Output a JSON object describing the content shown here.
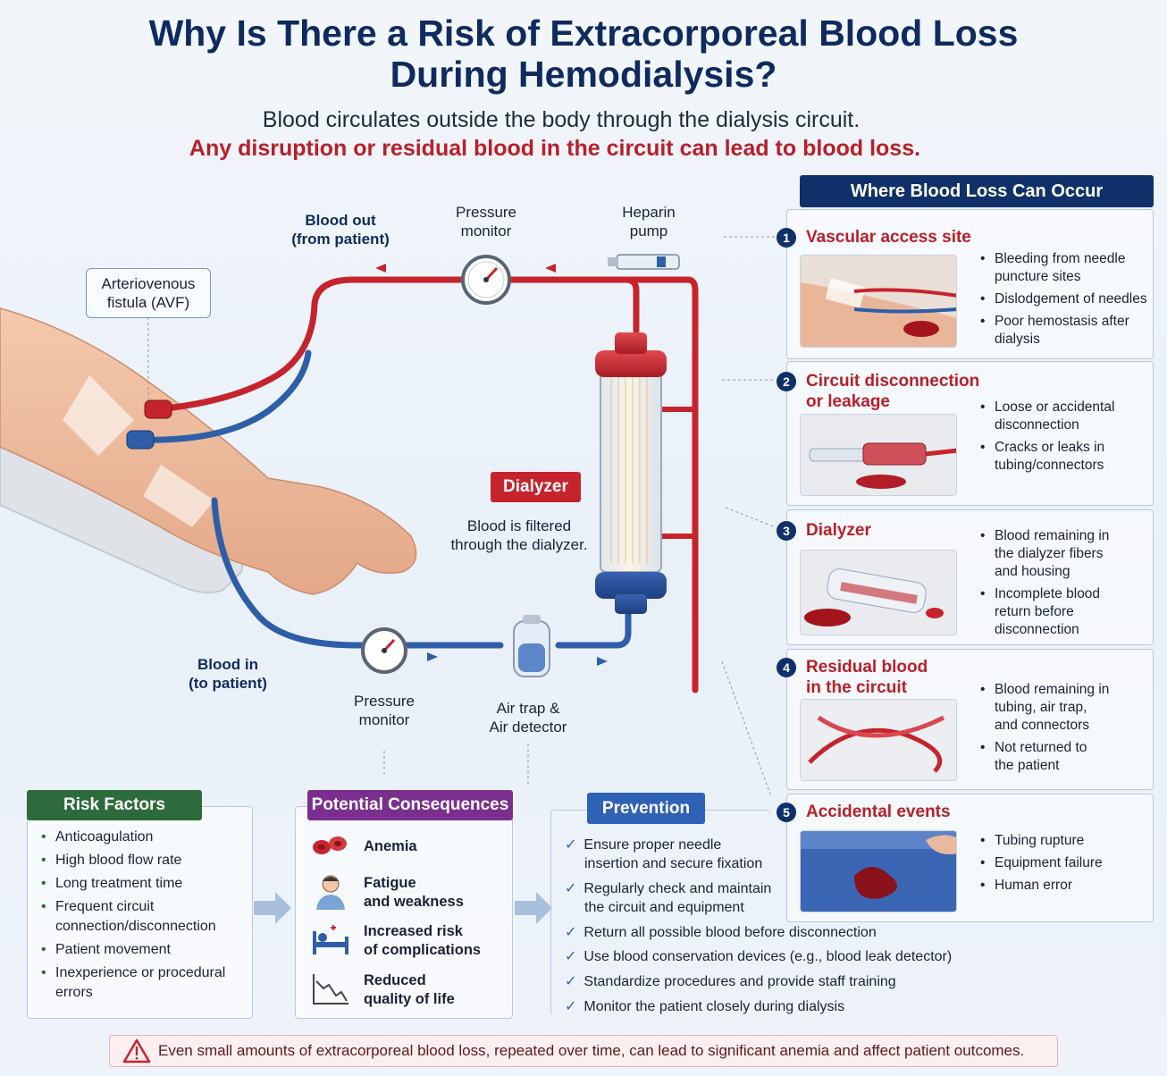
{
  "header": {
    "title_line1": "Why Is There a Risk of Extracorporeal Blood Loss",
    "title_line2": "During Hemodialysis?",
    "subtitle": "Blood circulates outside the body through the dialysis circuit.",
    "subtitle_emphasis": "Any disruption or residual blood in the circuit can lead to blood loss."
  },
  "diagram": {
    "blood_out_line1": "Blood out",
    "blood_out_line2": "(from patient)",
    "pressure_top_line1": "Pressure",
    "pressure_top_line2": "monitor",
    "heparin_line1": "Heparin",
    "heparin_line2": "pump",
    "avf_line1": "Arteriovenous",
    "avf_line2": "fistula (AVF)",
    "dialyzer": "Dialyzer",
    "filter_line1": "Blood is filtered",
    "filter_line2": "through the dialyzer.",
    "blood_in_line1": "Blood in",
    "blood_in_line2": "(to patient)",
    "pressure_bottom_line1": "Pressure",
    "pressure_bottom_line2": "monitor",
    "airtrap_line1": "Air trap &",
    "airtrap_line2": "Air detector"
  },
  "locations": {
    "heading": "Where Blood Loss Can Occur",
    "items": [
      {
        "num": "1",
        "title_line1": "Vascular access site",
        "title_line2": "",
        "bullets": [
          [
            "Bleeding from needle",
            "puncture sites"
          ],
          [
            "Dislodgement of needles"
          ],
          [
            "Poor hemostasis after",
            "dialysis"
          ]
        ]
      },
      {
        "num": "2",
        "title_line1": "Circuit disconnection",
        "title_line2": "or leakage",
        "bullets": [
          [
            "Loose or accidental",
            "disconnection"
          ],
          [
            "Cracks or leaks in",
            "tubing/connectors"
          ]
        ]
      },
      {
        "num": "3",
        "title_line1": "Dialyzer",
        "title_line2": "",
        "bullets": [
          [
            "Blood remaining in",
            "the dialyzer fibers",
            "and housing"
          ],
          [
            "Incomplete blood",
            "return before",
            "disconnection"
          ]
        ]
      },
      {
        "num": "4",
        "title_line1": "Residual blood",
        "title_line2": "in the circuit",
        "bullets": [
          [
            "Blood remaining in",
            "tubing, air trap,",
            "and connectors"
          ],
          [
            "Not returned to",
            "the patient"
          ]
        ]
      },
      {
        "num": "5",
        "title_line1": "Accidental events",
        "title_line2": "",
        "bullets": [
          [
            "Tubing rupture"
          ],
          [
            "Equipment failure"
          ],
          [
            "Human error"
          ]
        ]
      }
    ]
  },
  "risk_factors": {
    "heading": "Risk Factors",
    "items": [
      [
        "Anticoagulation"
      ],
      [
        "High blood flow rate"
      ],
      [
        "Long treatment time"
      ],
      [
        "Frequent circuit",
        "connection/disconnection"
      ],
      [
        "Patient movement"
      ],
      [
        "Inexperience or procedural",
        "errors"
      ]
    ]
  },
  "consequences": {
    "heading": "Potential Consequences",
    "items": [
      {
        "icon": "red-blood-cells-icon",
        "line1": "Anemia",
        "line2": ""
      },
      {
        "icon": "fatigued-person-icon",
        "line1": "Fatigue",
        "line2": "and weakness"
      },
      {
        "icon": "hospital-bed-icon",
        "line1": "Increased risk",
        "line2": "of complications"
      },
      {
        "icon": "declining-chart-icon",
        "line1": "Reduced",
        "line2": "quality of life"
      }
    ]
  },
  "prevention": {
    "heading": "Prevention",
    "items": [
      [
        "Ensure proper needle",
        "insertion and secure fixation"
      ],
      [
        "Regularly check and maintain",
        "the circuit and equipment"
      ],
      [
        "Return all possible blood before disconnection"
      ],
      [
        "Use blood conservation devices (e.g., blood leak detector)"
      ],
      [
        "Standardize procedures and provide staff training"
      ],
      [
        "Monitor the patient closely during dialysis"
      ]
    ]
  },
  "warning": "Even small amounts of extracorporeal blood loss, repeated over time, can lead to significant anemia and affect patient outcomes.",
  "colors": {
    "navy": "#10306a",
    "red": "#c6242d",
    "blue_tube": "#2f5ea8",
    "green": "#2e6b3c",
    "purple": "#7a2f8e",
    "prevention_blue": "#2f62b4"
  }
}
